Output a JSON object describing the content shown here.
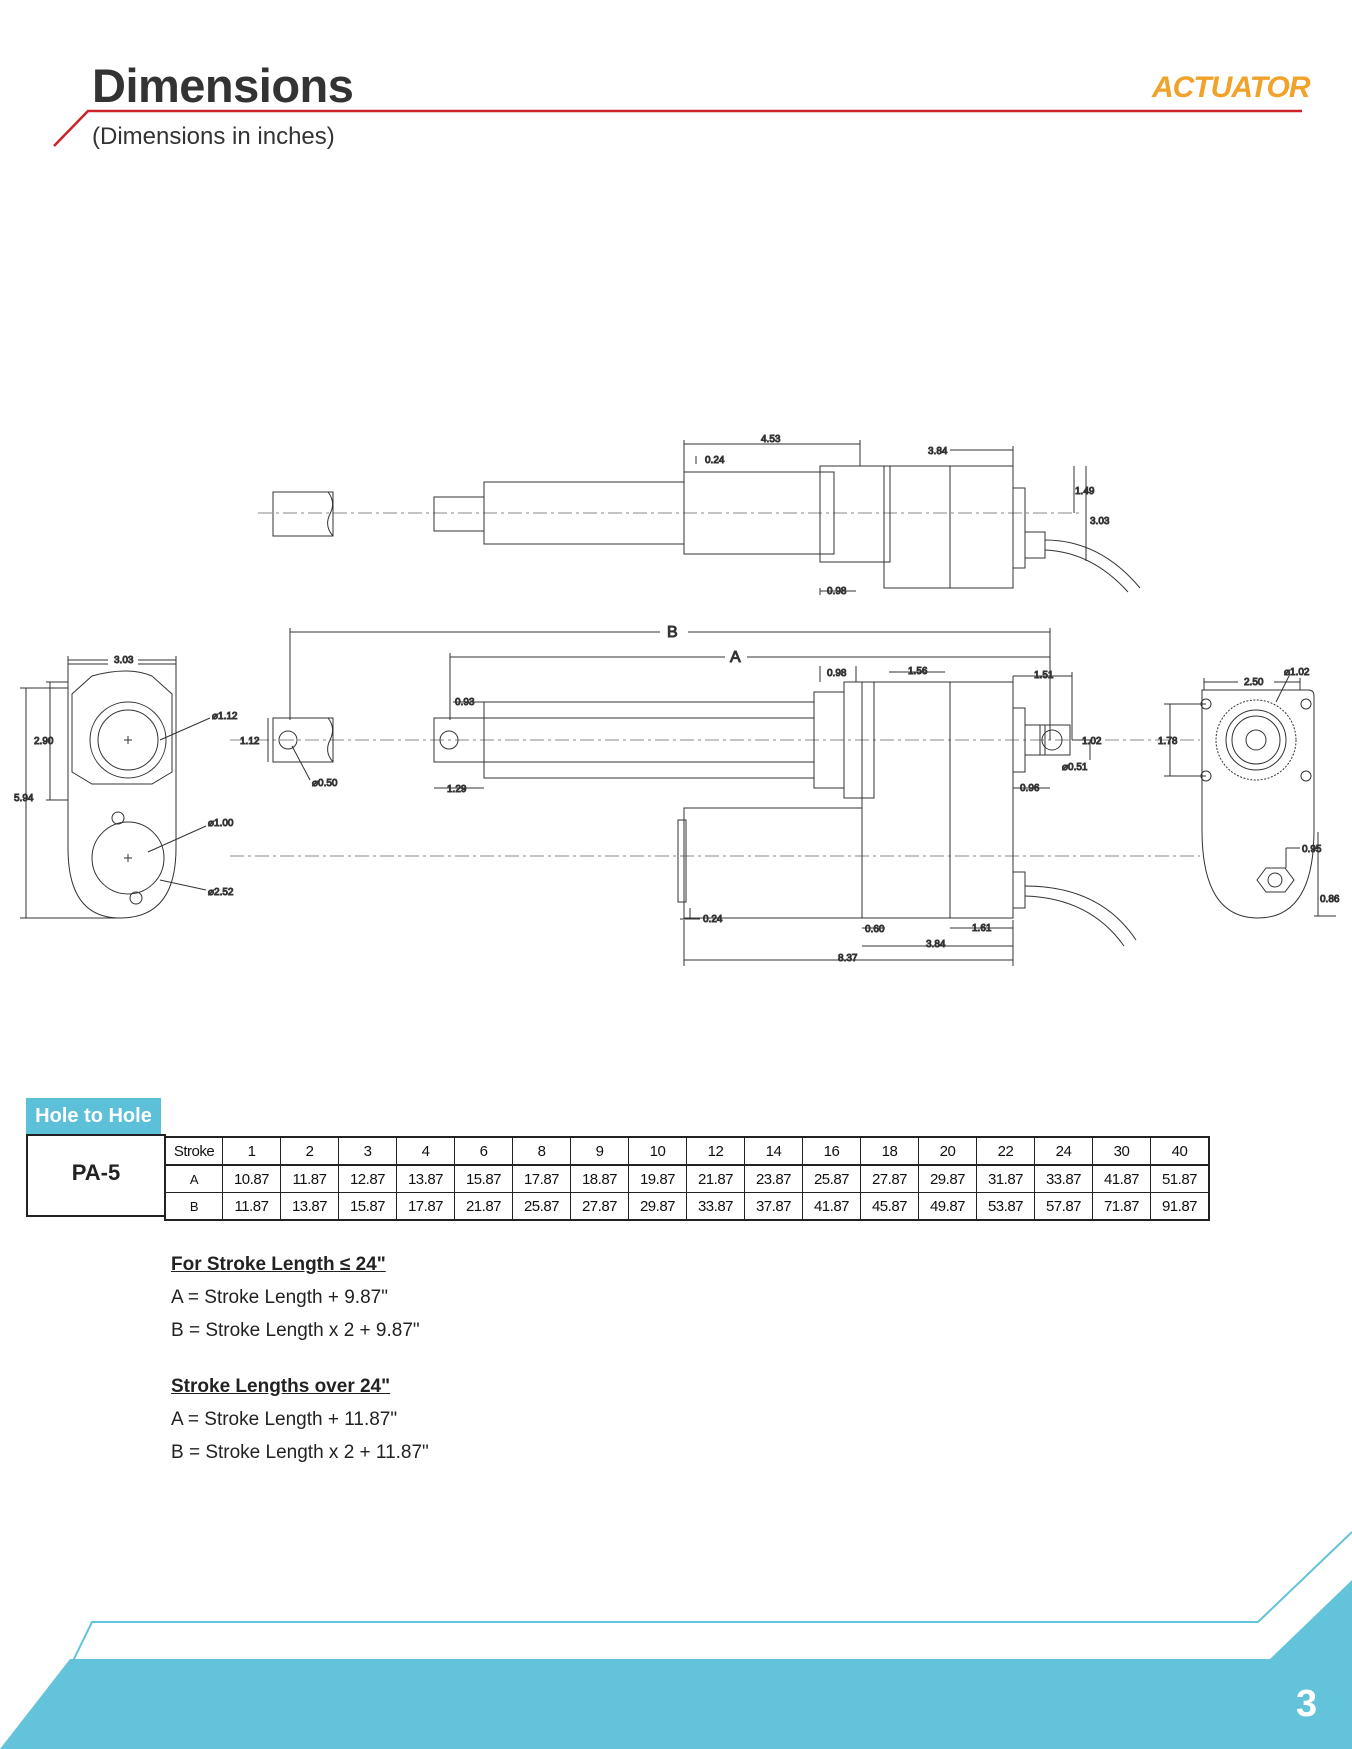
{
  "header": {
    "title": "Dimensions",
    "subtitle": "(Dimensions in inches)",
    "logo_text": "ACTUATOR",
    "accent_color": "#cc2229",
    "logo_color": "#f0a22a"
  },
  "drawing": {
    "labels": {
      "B": "B",
      "A": "A",
      "d_4_53": "4.53",
      "d_0_24_top": "0.24",
      "d_3_84_top": "3.84",
      "d_1_49": "1.49",
      "d_3_03_side": "3.03",
      "d_0_98_bot": "0.98",
      "d_0_98_mid": "0.98",
      "d_1_56": "1.56",
      "d_1_51": "1.51",
      "d_0_93": "0.93",
      "d_1_29": "1.29",
      "d_1_02": "1.02",
      "d_0_51": "⌀0.51",
      "d_0_96": "0.96",
      "d_0_24_low": "0.24",
      "d_0_60": "0.60",
      "d_1_61": "1.61",
      "d_3_84_low": "3.84",
      "d_8_37": "8.37",
      "d_1_12_left": "1.12",
      "d_0_50": "⌀0.50",
      "d_3_03_end": "3.03",
      "d_2_90": "2.90",
      "d_5_94": "5.94",
      "d_112_dia": "⌀1.12",
      "d_100_dia": "⌀1.00",
      "d_252_dia": "⌀2.52",
      "d_2_50": "2.50",
      "d_102_dia": "⌀1.02",
      "d_1_78": "1.78",
      "d_0_95": "0.95",
      "d_0_86": "0.86"
    }
  },
  "table": {
    "tab_label": "Hole to Hole",
    "model": "PA-5",
    "row_labels": [
      "Stroke",
      "A",
      "B"
    ],
    "strokes": [
      "1",
      "2",
      "3",
      "4",
      "6",
      "8",
      "9",
      "10",
      "12",
      "14",
      "16",
      "18",
      "20",
      "22",
      "24",
      "30",
      "40"
    ],
    "a_values": [
      "10.87",
      "11.87",
      "12.87",
      "13.87",
      "15.87",
      "17.87",
      "18.87",
      "19.87",
      "21.87",
      "23.87",
      "25.87",
      "27.87",
      "29.87",
      "31.87",
      "33.87",
      "41.87",
      "51.87"
    ],
    "b_values": [
      "11.87",
      "13.87",
      "15.87",
      "17.87",
      "21.87",
      "25.87",
      "27.87",
      "29.87",
      "33.87",
      "37.87",
      "41.87",
      "45.87",
      "49.87",
      "53.87",
      "57.87",
      "71.87",
      "91.87"
    ]
  },
  "formulas": {
    "short": {
      "title": "For Stroke Length ≤ 24\"",
      "a": "A = Stroke Length + 9.87\"",
      "b": "B = Stroke Length x 2 + 9.87\""
    },
    "long": {
      "title": "Stroke Lengths over 24\"",
      "a": "A = Stroke Length + 11.87\"",
      "b": "B = Stroke Length x 2 + 11.87\""
    }
  },
  "footer": {
    "page_number": "3",
    "band_color": "#62c3da"
  }
}
